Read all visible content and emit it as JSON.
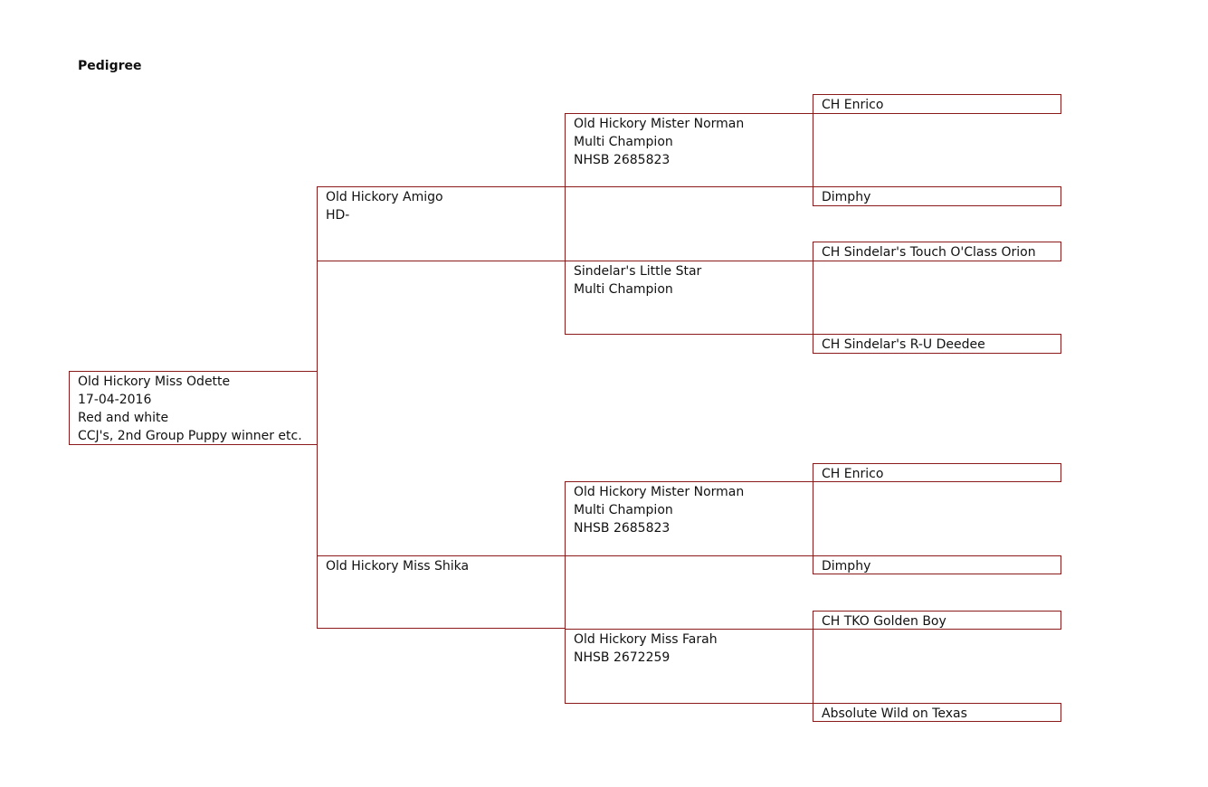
{
  "header": {
    "title": "Pedigree"
  },
  "pedigree": {
    "subject": [
      "Old Hickory  Miss Odette",
      "17-04-2016",
      "Red and white",
      "CCJ's, 2nd Group  Puppy winner etc."
    ],
    "sire": [
      "Old Hickory  Amigo",
      "HD-"
    ],
    "dam": [
      "Old Hickory  Miss Shika"
    ],
    "sire_sire": [
      "Old Hickory  Mister Norman",
      "Multi Champion",
      "NHSB 2685823"
    ],
    "sire_dam": [
      "Sindelar's Little Star",
      "Multi Champion"
    ],
    "dam_sire": [
      "Old Hickory  Mister Norman",
      "Multi Champion",
      "NHSB 2685823"
    ],
    "dam_dam": [
      "Old Hickory  Miss Farah",
      "NHSB 2672259"
    ],
    "gen3": [
      "CH Enrico",
      "Dimphy",
      "CH Sindelar's Touch O'Class Orion",
      "CH Sindelar's R-U Deedee",
      "CH Enrico",
      "Dimphy",
      "CH TKO Golden Boy",
      "Absolute Wild on Texas"
    ]
  }
}
